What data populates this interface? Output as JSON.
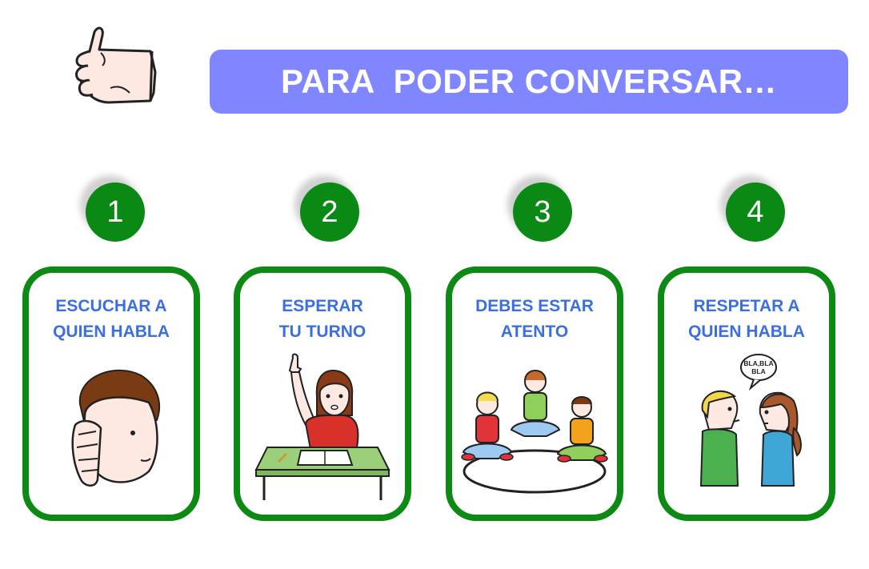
{
  "header": {
    "title": "PARA  PODER CONVERSAR…",
    "icon": "thumbs-up-icon"
  },
  "colors": {
    "title_bar": "#7f86ff",
    "badge": "#0a8a14",
    "card_border": "#0c8a14",
    "label_text": "#3b6fe0"
  },
  "steps": [
    {
      "number": "1",
      "label": "ESCUCHAR A\nQUIEN HABLA",
      "icon": "listening-ear-icon"
    },
    {
      "number": "2",
      "label": "ESPERAR\nTU TURNO",
      "icon": "raised-hand-student-icon"
    },
    {
      "number": "3",
      "label": "DEBES ESTAR\nATENTO",
      "icon": "children-circle-icon"
    },
    {
      "number": "4",
      "label": "RESPETAR  A\nQUIEN HABLA",
      "icon": "two-people-talking-icon",
      "speech": "BLA,BLA\nBLA"
    }
  ]
}
